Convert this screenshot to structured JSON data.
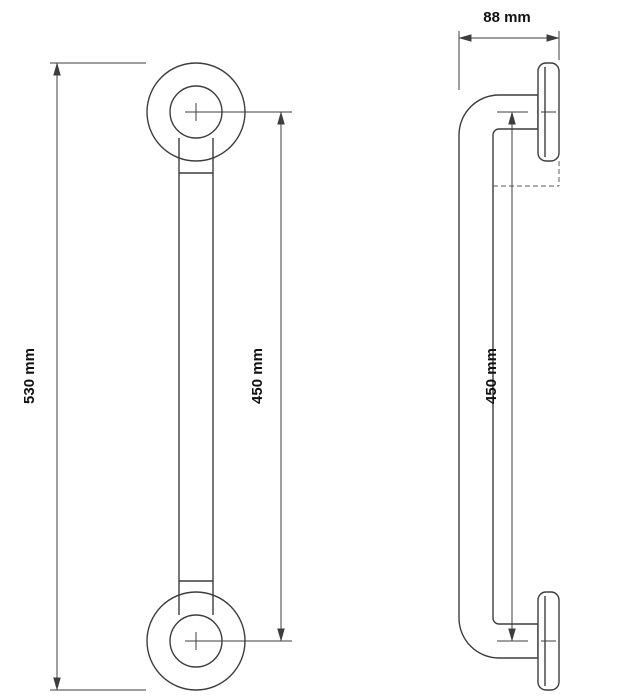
{
  "drawing": {
    "front_view": {
      "overall_height_label": "530 mm",
      "centres_label": "450 mm"
    },
    "side_view": {
      "depth_label": "88 mm",
      "centres_label": "450 mm"
    }
  },
  "colors": {
    "line": "#3d3d3d",
    "text": "#111111",
    "background": "#ffffff"
  }
}
